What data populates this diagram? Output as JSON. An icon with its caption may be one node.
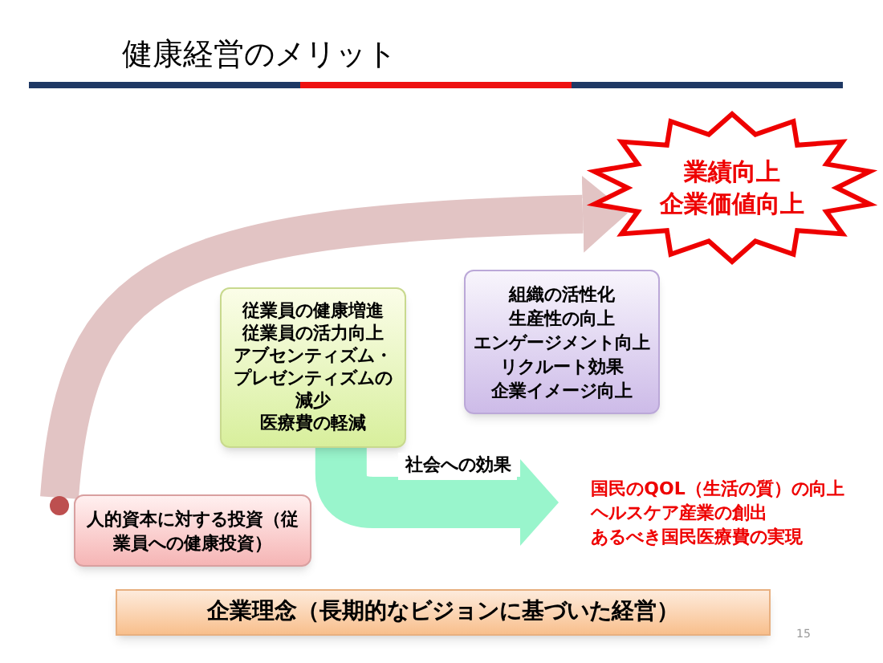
{
  "diagram": {
    "title": "健康経営のメリット",
    "nodes": [
      {
        "text": [],
        "shape": "circle"
      },
      {
        "text": [
          "人的資本に対する投資（従業員への健康投資）"
        ]
      },
      {
        "text": [
          "従業員の健康増進",
          "従業員の活力向上",
          "アブセンティズム・プレゼンティズムの減少",
          "医療費の軽減"
        ]
      },
      {
        "text": [
          "組織の活性化",
          "生産性の向上",
          "エンゲージメント向上",
          "リクルート効果",
          "企業イメージ向上"
        ]
      },
      {
        "text": [
          "業績向上",
          "企業価値向上"
        ]
      },
      {
        "text": [
          "国民のQOL（生活の質）の向上",
          "ヘルスケア産業の創出",
          "あるべき国民医療費の実現"
        ]
      },
      {
        "text": [
          "企業理念（長期的なビジョンに基づいた経営）"
        ]
      }
    ],
    "edges": [
      {
        "from": 0,
        "to": 4,
        "arrow": "to",
        "color": "#e2c4c4"
      },
      {
        "from": 2,
        "to": 5,
        "arrow": "to",
        "color": "#99f5cc",
        "label": "社会への効果"
      }
    ],
    "labels": [
      "15"
    ]
  }
}
